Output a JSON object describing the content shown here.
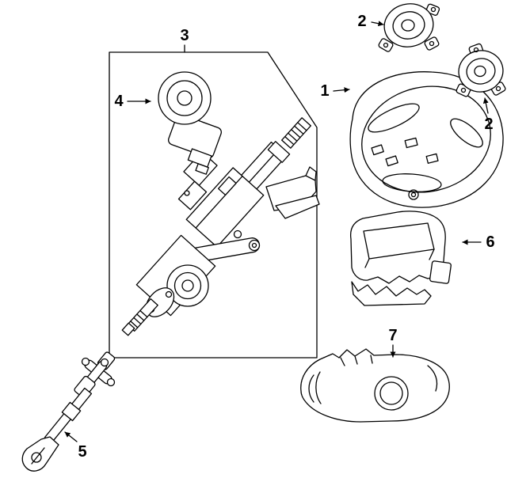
{
  "colors": {
    "background": "#ffffff",
    "line": "#000000"
  },
  "callouts": {
    "c1": "1",
    "c2a": "2",
    "c2b": "2",
    "c3": "3",
    "c4": "4",
    "c5": "5",
    "c6": "6",
    "c7": "7"
  },
  "parts": {
    "p1": "steering-wheel",
    "p2a": "clock-spring",
    "p2b": "clock-spring",
    "p3": "steering-column-assembly",
    "p4": "tilt-motor",
    "p5": "intermediate-shaft",
    "p6": "upper-column-cover",
    "p7": "lower-column-cover"
  }
}
